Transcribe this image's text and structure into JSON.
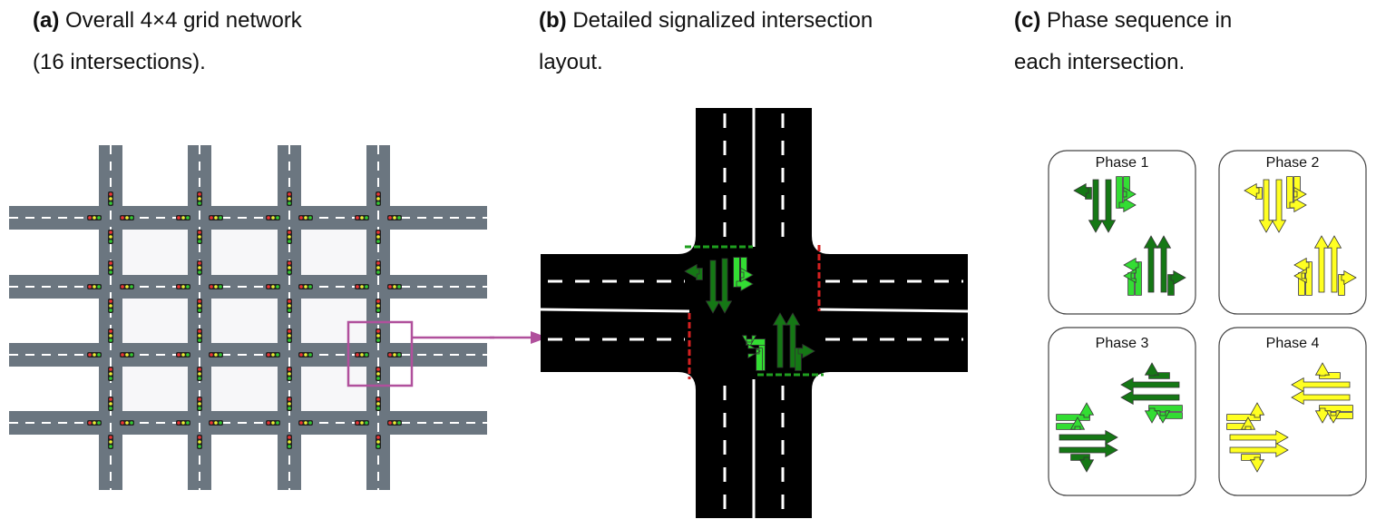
{
  "captions": {
    "a": {
      "label": "(a)",
      "text": "Overall 4×4 grid network",
      "text2": "(16 intersections)."
    },
    "b": {
      "label": "(b)",
      "text": "Detailed signalized intersection",
      "text2": "layout."
    },
    "c": {
      "label": "(c)",
      "text": "Phase sequence in",
      "text2": "each intersection."
    }
  },
  "grid": {
    "rows": 4,
    "cols": 4,
    "intersections": 16
  },
  "phases": [
    {
      "title": "Phase 1",
      "color": "#1f8f1f"
    },
    {
      "title": "Phase 2",
      "color": "#ffff22"
    },
    {
      "title": "Phase 3",
      "color": "#1f8f1f"
    },
    {
      "title": "Phase 4",
      "color": "#ffff22"
    }
  ],
  "colors": {
    "road": "#6b7680",
    "block": "#f7f7f9",
    "highlight": "#b0509c",
    "asphalt": "#000000",
    "green_dark": "#157815",
    "green_light": "#33dd33",
    "yellow": "#ffff22",
    "stop_red": "#d42020",
    "stop_green": "#1f9f1f"
  }
}
